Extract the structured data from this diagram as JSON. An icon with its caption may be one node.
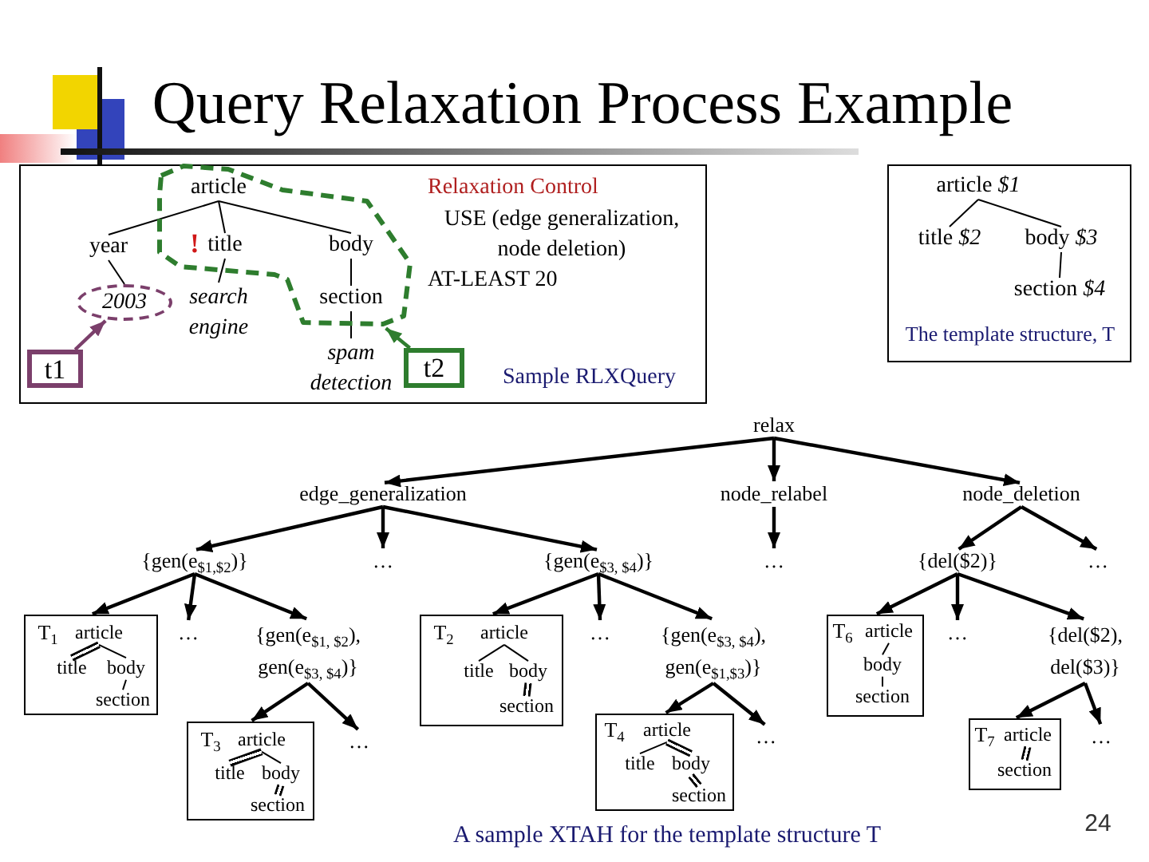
{
  "diagram": {
    "title": "Query Relaxation Process Example",
    "caption": "A sample XTAH for the template structure T",
    "nodes": [
      {
        "text": [
          "Relaxation Control",
          "USE (edge generalization, node deletion)",
          "AT-LEAST 20",
          "Sample RLXQuery"
        ]
      },
      {
        "text": [],
        "shape": "outline",
        "in": 0
      },
      {
        "text": [
          "article"
        ],
        "in": 1
      },
      {
        "text": [
          "year"
        ],
        "in": 0
      },
      {
        "text": [
          "title"
        ],
        "beside": [
          "!"
        ],
        "in": 1
      },
      {
        "text": [
          "body"
        ],
        "in": 1
      },
      {
        "text": [
          "2003"
        ],
        "in": 0
      },
      {
        "text": [
          "search engine"
        ],
        "in": 0
      },
      {
        "text": [
          "section"
        ],
        "in": 1
      },
      {
        "text": [
          "spam detection"
        ],
        "in": 0
      },
      {
        "text": [
          "t1"
        ],
        "in": 0
      },
      {
        "text": [
          "t2"
        ],
        "in": 0
      },
      {
        "text": [
          "The template structure, T"
        ]
      },
      {
        "text": [
          "article *$1*"
        ],
        "in": 12
      },
      {
        "text": [
          "title *$2*"
        ],
        "in": 12
      },
      {
        "text": [
          "body *$3*"
        ],
        "in": 12
      },
      {
        "text": [
          "section *$4*"
        ],
        "in": 12
      },
      {
        "text": [
          "relax"
        ]
      },
      {
        "text": [
          "edge_generalization"
        ]
      },
      {
        "text": [
          "node_relabel"
        ]
      },
      {
        "text": [
          "node_deletion"
        ]
      },
      {
        "text": [
          "{gen(e$_{$1,$2}$)}"
        ]
      },
      {
        "text": [
          "…"
        ]
      },
      {
        "text": [
          "{gen(e$_{$3, $4}$)}"
        ]
      },
      {
        "text": [
          "…"
        ]
      },
      {
        "text": [
          "{del($2)}"
        ]
      },
      {
        "text": [
          "…"
        ]
      },
      {
        "text": [
          "T$_{1}$"
        ]
      },
      {
        "text": [
          "article"
        ],
        "in": 27
      },
      {
        "text": [
          "title"
        ],
        "in": 27
      },
      {
        "text": [
          "body"
        ],
        "in": 27
      },
      {
        "text": [
          "section"
        ],
        "in": 27
      },
      {
        "text": [
          "…"
        ]
      },
      {
        "text": [
          "{gen(e$_{$1, $2}$), gen(e$_{$3, $4}$)}"
        ]
      },
      {
        "text": [
          "T$_{2}$"
        ]
      },
      {
        "text": [
          "article"
        ],
        "in": 34
      },
      {
        "text": [
          "title"
        ],
        "in": 34
      },
      {
        "text": [
          "body"
        ],
        "in": 34
      },
      {
        "text": [
          "section"
        ],
        "in": 34
      },
      {
        "text": [
          "…"
        ]
      },
      {
        "text": [
          "{gen(e$_{$3, $4}$), gen(e$_{$1,$3}$)}"
        ]
      },
      {
        "text": [
          "T$_{6}$"
        ]
      },
      {
        "text": [
          "article"
        ],
        "in": 41
      },
      {
        "text": [
          "body"
        ],
        "in": 41
      },
      {
        "text": [
          "section"
        ],
        "in": 41
      },
      {
        "text": [
          "…"
        ]
      },
      {
        "text": [
          "{del($2), del($3)}"
        ]
      },
      {
        "text": [
          "T$_{3}$"
        ]
      },
      {
        "text": [
          "article"
        ],
        "in": 47
      },
      {
        "text": [
          "title"
        ],
        "in": 47
      },
      {
        "text": [
          "body"
        ],
        "in": 47
      },
      {
        "text": [
          "section"
        ],
        "in": 47
      },
      {
        "text": [
          "…"
        ]
      },
      {
        "text": [
          "T$_{4}$"
        ]
      },
      {
        "text": [
          "article"
        ],
        "in": 53
      },
      {
        "text": [
          "title"
        ],
        "in": 53
      },
      {
        "text": [
          "body"
        ],
        "in": 53
      },
      {
        "text": [
          "section"
        ],
        "in": 53
      },
      {
        "text": [
          "…"
        ]
      },
      {
        "text": [
          "T$_{7}$"
        ]
      },
      {
        "text": [
          "article"
        ],
        "in": 59
      },
      {
        "text": [
          "section"
        ],
        "in": 59
      },
      {
        "text": [
          "…"
        ]
      }
    ],
    "edges": [
      {
        "from": 2,
        "to": 3,
        "arrow": "none"
      },
      {
        "from": 2,
        "to": 4,
        "arrow": "none"
      },
      {
        "from": 2,
        "to": 5,
        "arrow": "none"
      },
      {
        "from": 3,
        "to": 6,
        "arrow": "none"
      },
      {
        "from": 4,
        "to": 7,
        "arrow": "none"
      },
      {
        "from": 5,
        "to": 8,
        "arrow": "none"
      },
      {
        "from": 8,
        "to": 9,
        "arrow": "none"
      },
      {
        "from": 10,
        "to": 6,
        "arrow": "to",
        "color": "#7b3f6b"
      },
      {
        "from": 11,
        "to": 1,
        "arrow": "to",
        "color": "#2e7d2e"
      },
      {
        "from": 13,
        "to": 14,
        "arrow": "none"
      },
      {
        "from": 13,
        "to": 15,
        "arrow": "none"
      },
      {
        "from": 15,
        "to": 16,
        "arrow": "none"
      },
      {
        "from": 17,
        "to": 18,
        "arrow": "to"
      },
      {
        "from": 17,
        "to": 19,
        "arrow": "to"
      },
      {
        "from": 17,
        "to": 20,
        "arrow": "to"
      },
      {
        "from": 18,
        "to": 21,
        "arrow": "to"
      },
      {
        "from": 18,
        "to": 22,
        "arrow": "to"
      },
      {
        "from": 18,
        "to": 23,
        "arrow": "to"
      },
      {
        "from": 19,
        "to": 24,
        "arrow": "to"
      },
      {
        "from": 20,
        "to": 25,
        "arrow": "to"
      },
      {
        "from": 20,
        "to": 26,
        "arrow": "to"
      },
      {
        "from": 21,
        "to": 27,
        "arrow": "to"
      },
      {
        "from": 21,
        "to": 32,
        "arrow": "to"
      },
      {
        "from": 21,
        "to": 33,
        "arrow": "to"
      },
      {
        "from": 23,
        "to": 34,
        "arrow": "to"
      },
      {
        "from": 23,
        "to": 39,
        "arrow": "to"
      },
      {
        "from": 23,
        "to": 40,
        "arrow": "to"
      },
      {
        "from": 25,
        "to": 41,
        "arrow": "to"
      },
      {
        "from": 25,
        "to": 45,
        "arrow": "to"
      },
      {
        "from": 25,
        "to": 46,
        "arrow": "to"
      },
      {
        "from": 33,
        "to": 47,
        "arrow": "to"
      },
      {
        "from": 33,
        "to": 52,
        "arrow": "to"
      },
      {
        "from": 40,
        "to": 53,
        "arrow": "to"
      },
      {
        "from": 40,
        "to": 58,
        "arrow": "to"
      },
      {
        "from": 46,
        "to": 59,
        "arrow": "to"
      },
      {
        "from": 46,
        "to": 62,
        "arrow": "to"
      },
      {
        "from": 28,
        "to": 29,
        "arrow": "none",
        "style": "thick"
      },
      {
        "from": 28,
        "to": 30,
        "arrow": "none"
      },
      {
        "from": 30,
        "to": 31,
        "arrow": "none"
      },
      {
        "from": 35,
        "to": 36,
        "arrow": "none"
      },
      {
        "from": 35,
        "to": 37,
        "arrow": "none"
      },
      {
        "from": 37,
        "to": 38,
        "arrow": "none",
        "style": "thick"
      },
      {
        "from": 42,
        "to": 43,
        "arrow": "none"
      },
      {
        "from": 43,
        "to": 44,
        "arrow": "none"
      },
      {
        "from": 48,
        "to": 49,
        "arrow": "none",
        "style": "thick"
      },
      {
        "from": 48,
        "to": 50,
        "arrow": "none"
      },
      {
        "from": 50,
        "to": 51,
        "arrow": "none",
        "style": "thick"
      },
      {
        "from": 54,
        "to": 55,
        "arrow": "none"
      },
      {
        "from": 54,
        "to": 56,
        "arrow": "none",
        "style": "thick"
      },
      {
        "from": 56,
        "to": 57,
        "arrow": "none",
        "style": "thick"
      },
      {
        "from": 60,
        "to": 61,
        "arrow": "none",
        "style": "thick"
      }
    ],
    "labels": [
      "24"
    ]
  }
}
